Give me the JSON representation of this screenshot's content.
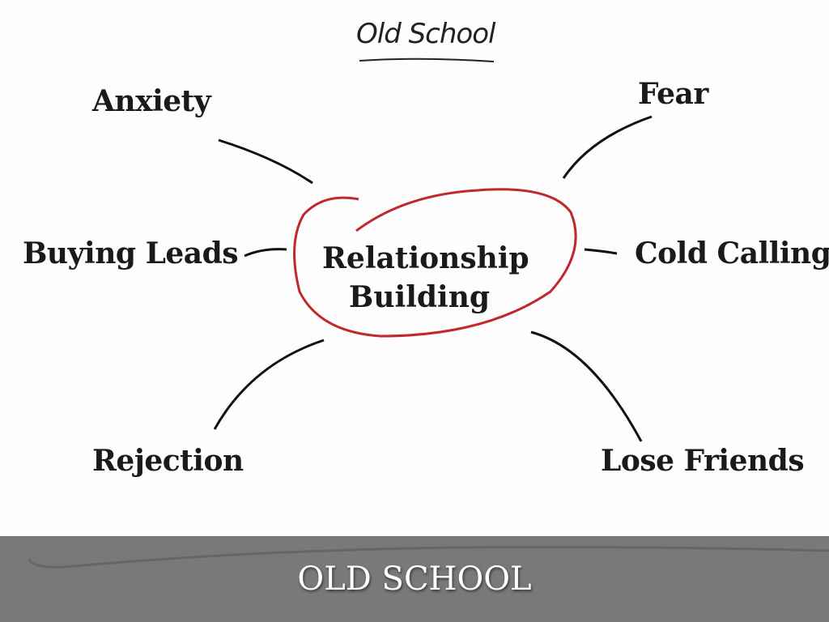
{
  "title": "Old School",
  "center": {
    "line1": "Relationship",
    "line2": "Building"
  },
  "nodes": {
    "anxiety": "Anxiety",
    "fear": "Fear",
    "buying_leads": "Buying Leads",
    "cold_calling": "Cold Calling",
    "rejection": "Rejection",
    "lose_friends": "Lose Friends"
  },
  "caption": "OLD SCHOOL",
  "colors": {
    "circle": "#c0282d",
    "caption_bg": "#6e6e6e"
  }
}
